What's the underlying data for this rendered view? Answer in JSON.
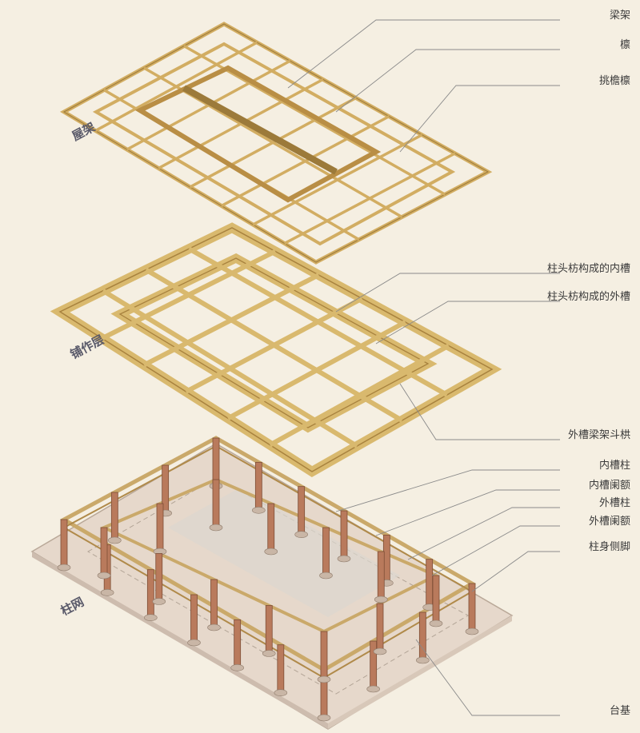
{
  "layers": {
    "roof": "屋架",
    "bracket": "铺作层",
    "column": "柱网"
  },
  "callouts": [
    "梁架",
    "檩",
    "挑檐檩",
    "柱头枋构成的内槽",
    "柱头枋构成的外槽",
    "外槽梁架斗栱",
    "内槽柱",
    "内槽阑额",
    "外槽柱",
    "外槽阑额",
    "柱身侧脚",
    "台基"
  ],
  "colors": {
    "background": "#f5efe2",
    "timber": "#e0c27a",
    "timber_dark": "#a8823e",
    "column": "#b97a5c",
    "platform": "#e9ddd0",
    "line": "#8a8a8a"
  }
}
